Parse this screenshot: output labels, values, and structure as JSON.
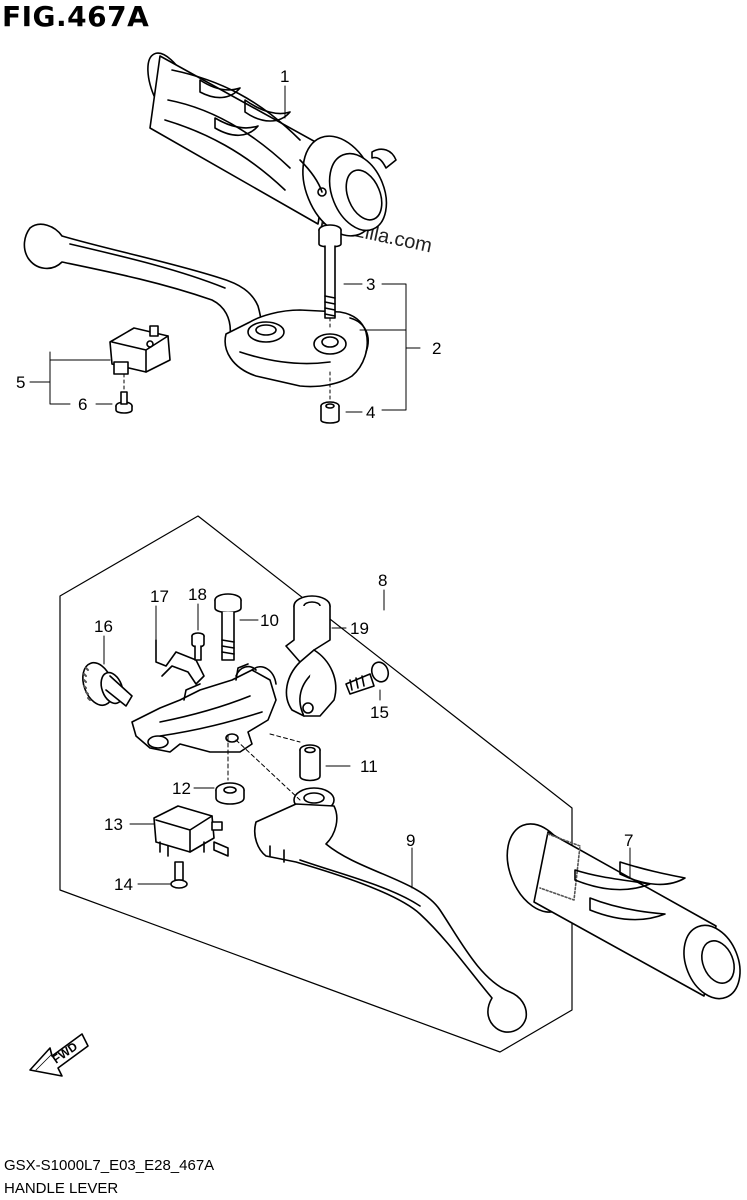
{
  "figure": {
    "title": "FIG.467A",
    "code": "GSX-S1000L7_E03_E28_467A",
    "name": "HANDLE LEVER",
    "watermark": "Partzilla.com"
  },
  "direction_arrow": {
    "label": "FWD"
  },
  "callouts": [
    "1",
    "2",
    "3",
    "4",
    "5",
    "6",
    "7",
    "8",
    "9",
    "10",
    "11",
    "12",
    "13",
    "14",
    "15",
    "16",
    "17",
    "18",
    "19"
  ],
  "colors": {
    "line": "#000000",
    "background": "#ffffff",
    "knurl": "#555555"
  }
}
